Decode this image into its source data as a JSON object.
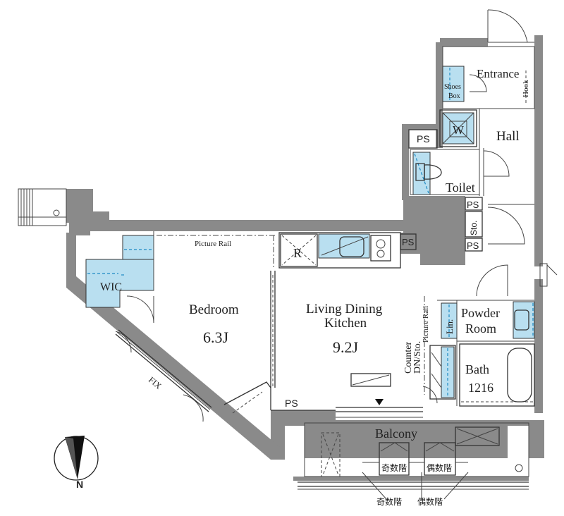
{
  "rooms": {
    "entrance": "Entrance",
    "hook": "Hook",
    "shoes_box_1": "Shoes",
    "shoes_box_2": "Box",
    "washer": "W",
    "hall": "Hall",
    "ps_toilet": "PS",
    "toilet": "Toilet",
    "ps_a": "PS",
    "sto": "Sto.",
    "ps_b": "PS",
    "ps_kitchen": "PS",
    "fridge": "R",
    "picture_rail_top": "Picture Rail",
    "picture_rail_side": "Picture Rail",
    "wic": "WIC",
    "bedroom": "Bedroom",
    "bedroom_size": "6.3J",
    "ldk_line1": "Living Dining",
    "ldk_line2": "Kitchen",
    "ldk_size": "9.2J",
    "counter": "Counter",
    "dn_sto": "DN/Sto.",
    "lin": "Lin.",
    "powder_1": "Powder",
    "powder_2": "Room",
    "bath": "Bath",
    "bath_size": "1216",
    "ps_bottom": "PS",
    "fix": "FIX",
    "balcony": "Balcony",
    "odd_floor_box": "奇数階",
    "even_floor_box": "偶数階",
    "odd_floor_note": "奇数階",
    "even_floor_note": "偶数階",
    "compass_n": "N"
  }
}
